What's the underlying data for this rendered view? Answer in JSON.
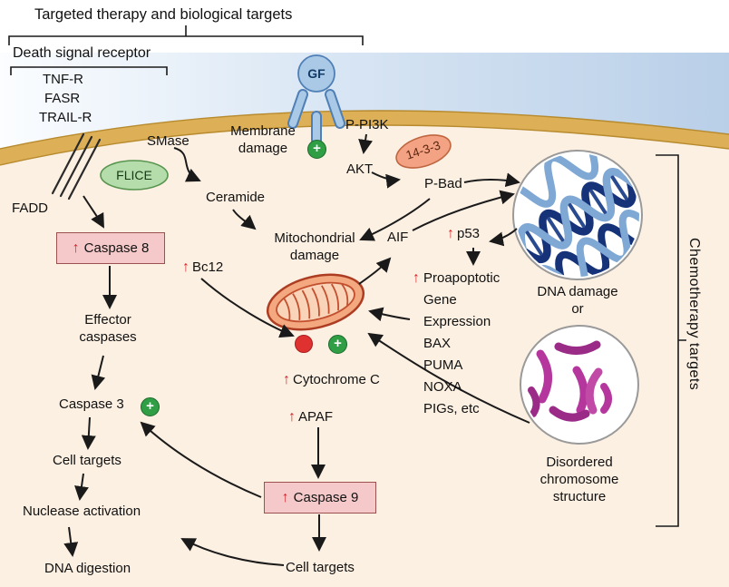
{
  "title": "Targeted therapy and biological targets",
  "glyphs": {
    "up_arrow": "↑",
    "plus": "+"
  },
  "extracellular": {
    "death_signal_receptor": "Death signal receptor",
    "receptor_types": [
      "TNF-R",
      "FASR",
      "TRAIL-R"
    ],
    "growth_factor": "GF"
  },
  "membrane_region": {
    "smase": "SMase",
    "membrane_damage": "Membrane\ndamage",
    "p_pi3k": "P-PI3K"
  },
  "signaling": {
    "fadd": "FADD",
    "flice": "FLICE",
    "akt": "AKT",
    "fourteen_three_three": "14-3-3",
    "p_bad": "P-Bad",
    "ceramide": "Ceramide",
    "bcl2": "Bc12",
    "aif": "AIF",
    "p53": "p53"
  },
  "caspase_cascade": {
    "caspase8": "Caspase 8",
    "effector_caspases": "Effector\ncaspases",
    "caspase3": "Caspase 3",
    "cell_targets": "Cell targets",
    "nuclease_activation": "Nuclease activation",
    "dna_digestion": "DNA digestion"
  },
  "mitochondrial_pathway": {
    "mitochondrial_damage": "Mitochondrial\ndamage",
    "cytochrome_c": "Cytochrome C",
    "apaf": "APAF",
    "caspase9": "Caspase 9",
    "cell_targets": "Cell targets"
  },
  "nuclear_targets": {
    "proapoptotic_list": "Proapoptotic\nGene\nExpression\nBAX\nPUMA\nNOXA\nPIGs, etc",
    "dna_damage_or": "DNA damage\nor",
    "disordered_chromosome": "Disordered\nchromosome\nstructure",
    "chemotherapy_targets": "Chemotherapy targets"
  },
  "colors": {
    "membrane_gold": "#ddb057",
    "extracellular_blue": "#b9cfe8",
    "cytosol_peach": "#fcf0e2",
    "upregulation_red": "#d6222a",
    "activation_green": "#2f9e44",
    "inhibition_red": "#e03131",
    "caspase_box_pink": "#f5c9c9",
    "dna_blue": "#2a4a8f",
    "chromosome_magenta": "#b5379e"
  }
}
